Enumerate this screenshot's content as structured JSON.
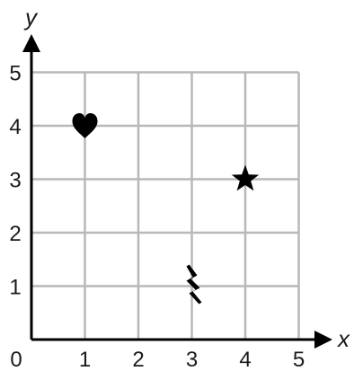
{
  "chart_data": {
    "type": "scatter",
    "xlabel": "x",
    "ylabel": "y",
    "xlim": [
      0,
      5
    ],
    "ylim": [
      0,
      5
    ],
    "grid": true,
    "x_ticks": [
      "0",
      "1",
      "2",
      "3",
      "4",
      "5"
    ],
    "y_ticks": [
      "1",
      "2",
      "3",
      "4",
      "5"
    ],
    "points": [
      {
        "symbol": "heart",
        "x": 1,
        "y": 4
      },
      {
        "symbol": "star",
        "x": 4,
        "y": 3
      },
      {
        "symbol": "lightning-bolt",
        "x": 3,
        "y": 1
      }
    ],
    "colors": {
      "grid": "#b8b8b8",
      "axes": "#000000",
      "marks": "#000000"
    }
  }
}
